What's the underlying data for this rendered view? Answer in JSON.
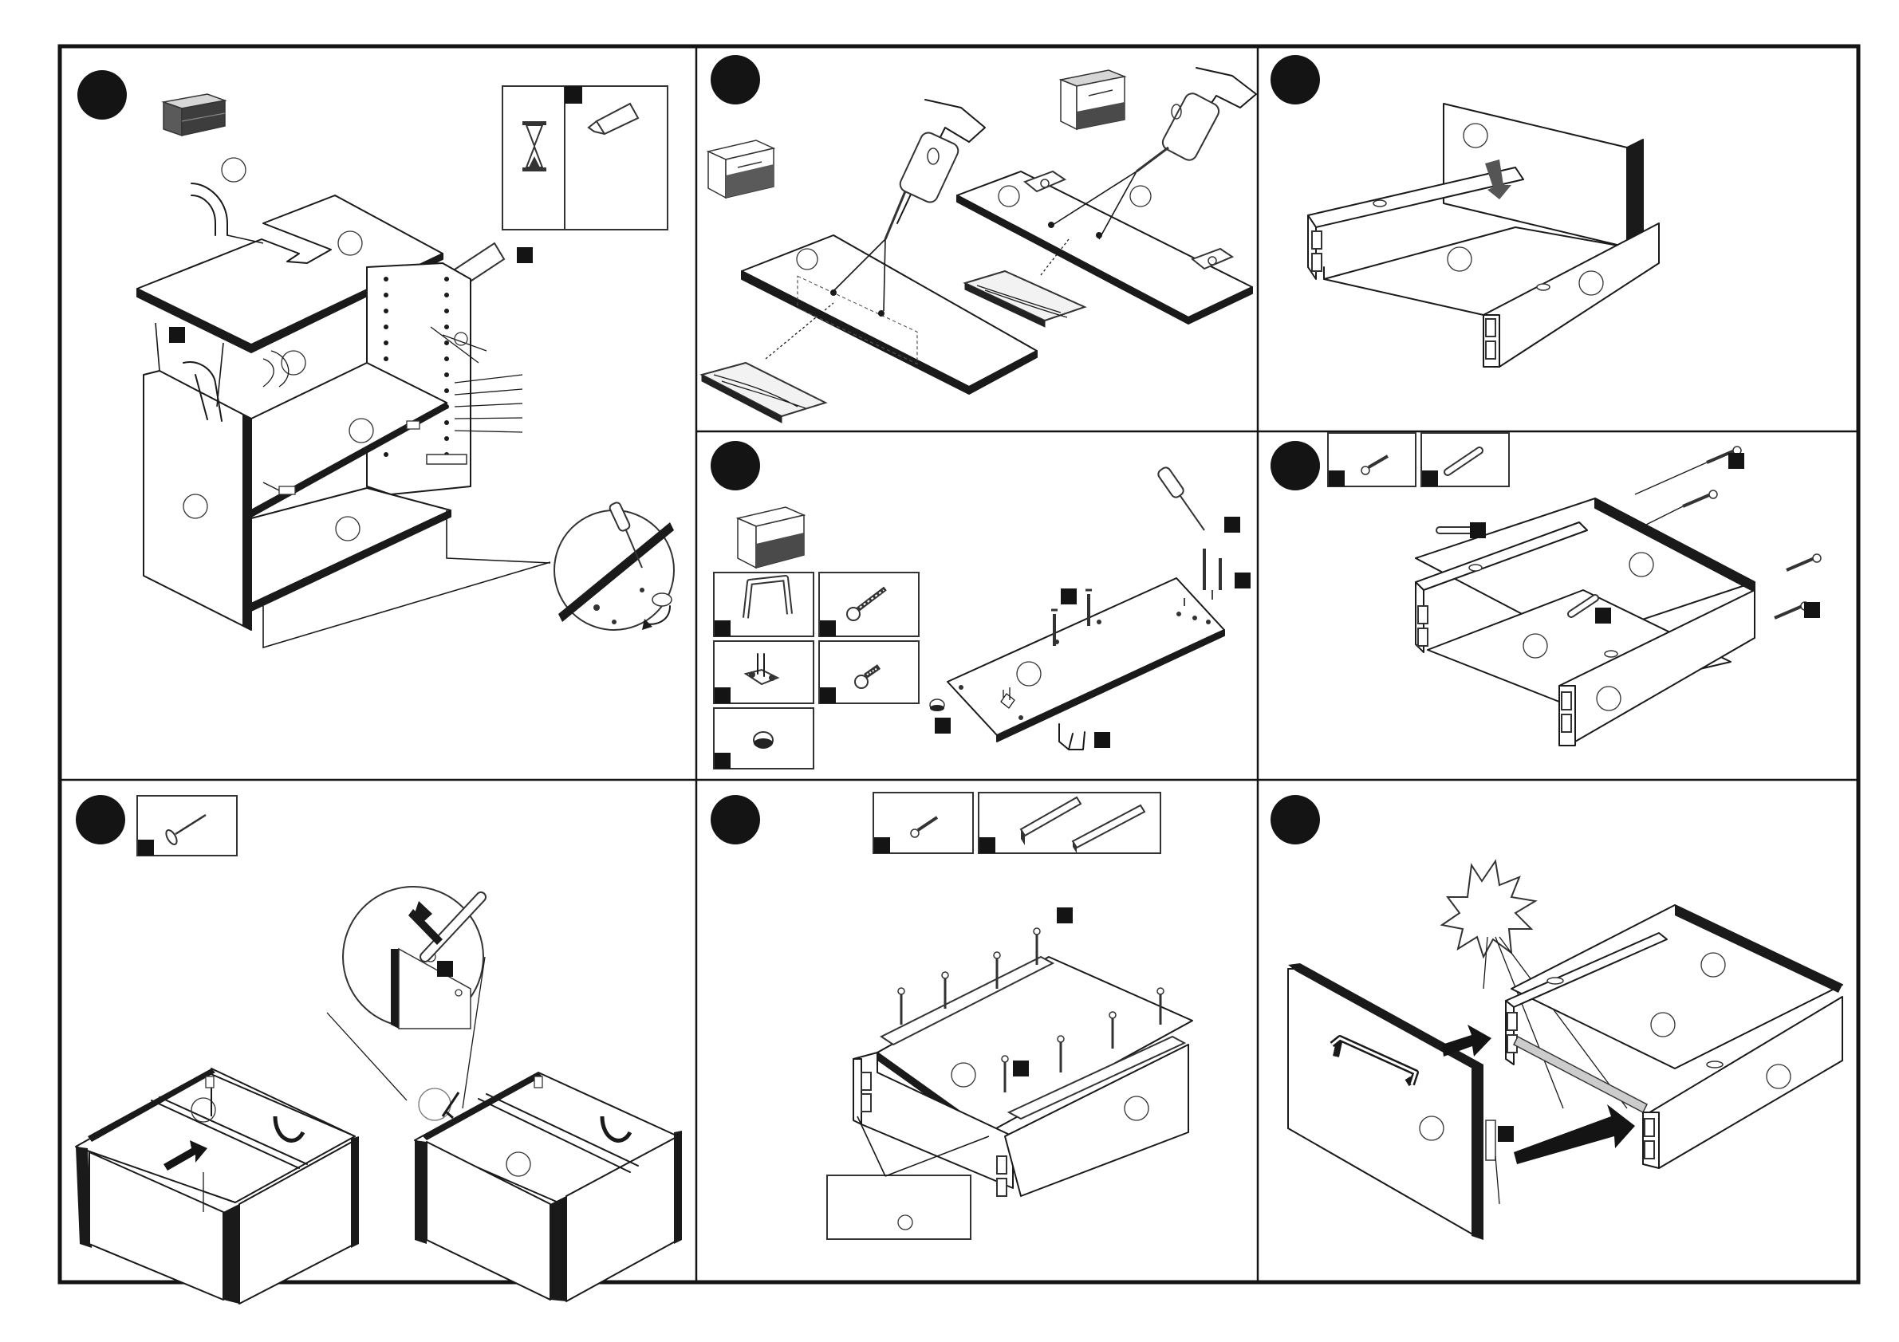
{
  "document": {
    "type": "assembly-instructions",
    "layout": "3x3 step grid",
    "colors": {
      "ink": "#141414",
      "paper": "#ffffff",
      "panel_grey": "#4a4a4a"
    }
  },
  "steps": [
    {
      "id": "step-1",
      "icons": [
        "cabinet-thumbnail",
        "hourglass-icon",
        "glue-tube-icon",
        "sink-pipe-icon",
        "screwdriver-icon",
        "hinge-plate-icon"
      ]
    },
    {
      "id": "step-2",
      "icons": [
        "cabinet-thumbnail",
        "drill-icon",
        "hinge-icon",
        "wood-grain-icon",
        "diameter-icon"
      ]
    },
    {
      "id": "step-3",
      "icons": [
        "drawer-frame-icon",
        "down-arrow-icon"
      ]
    },
    {
      "id": "step-4",
      "icons": [
        "cabinet-thumbnail",
        "handle-icon",
        "long-screw-icon",
        "bracket-icon",
        "short-screw-icon",
        "bumper-icon",
        "screwdriver-icon"
      ]
    },
    {
      "id": "step-5",
      "icons": [
        "small-screw-icon",
        "dowel-icon"
      ]
    },
    {
      "id": "step-6",
      "icons": [
        "nail-icon",
        "hammer-icon",
        "push-arrow-icon"
      ]
    },
    {
      "id": "step-7",
      "icons": [
        "small-screw-icon",
        "drawer-runner-icon"
      ]
    },
    {
      "id": "step-8",
      "icons": [
        "click-burst-icon",
        "push-arrow-icon",
        "handle-icon"
      ]
    }
  ]
}
